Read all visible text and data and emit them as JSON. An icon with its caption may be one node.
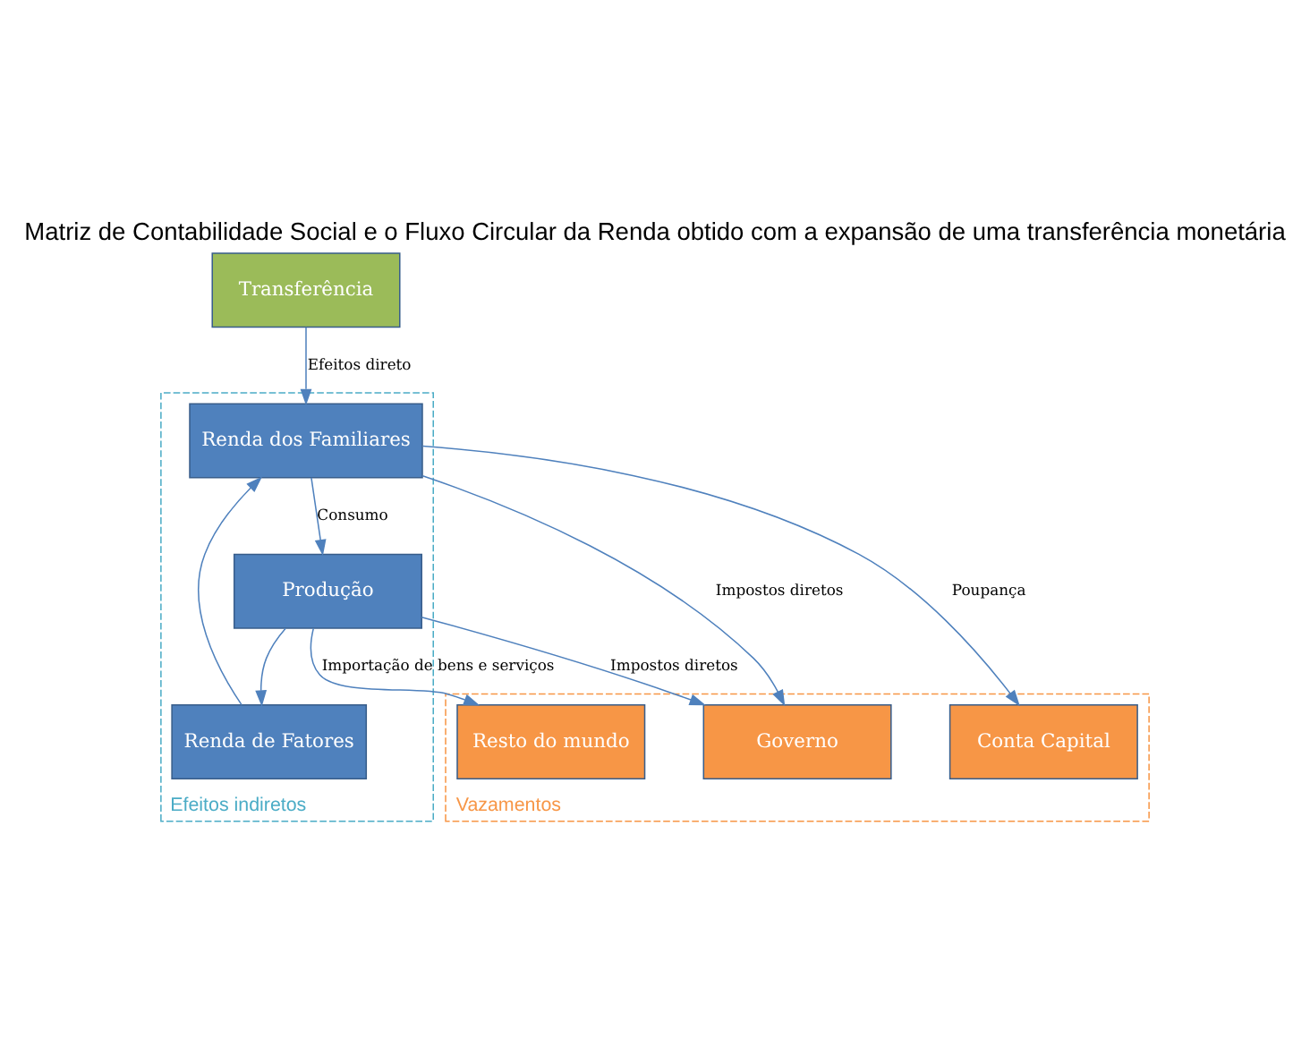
{
  "diagram": {
    "title": "Matriz de Contabilidade Social e o Fluxo Circular da Renda obtido com a expansão de uma transferência monetária",
    "nodes": [
      {
        "text": [
          "Vazamentos"
        ]
      },
      {
        "text": [
          "Transferência"
        ]
      },
      {
        "text": [
          "Conta Capital"
        ],
        "in": 0
      },
      {
        "text": [
          "Efeitos indiretos"
        ]
      },
      {
        "text": [
          "Renda dos Familiares"
        ],
        "in": 3
      },
      {
        "text": [
          "Governo"
        ],
        "in": 0
      },
      {
        "text": [
          "Produção"
        ],
        "in": 3
      },
      {
        "text": [
          "Renda de Fatores"
        ],
        "in": 3
      },
      {
        "text": [
          "Resto do mundo"
        ],
        "in": 0
      }
    ],
    "edges": [
      {
        "from": 1,
        "to": 4,
        "arrow": "to",
        "label": "Efeitos direto"
      },
      {
        "from": 4,
        "to": 2,
        "arrow": "to",
        "label": "Poupança"
      },
      {
        "from": 4,
        "to": 5,
        "arrow": "to",
        "label": "Impostos diretos"
      },
      {
        "from": 4,
        "to": 6,
        "arrow": "to",
        "label": "Consumo"
      },
      {
        "from": 6,
        "to": 7,
        "arrow": "to"
      },
      {
        "from": 7,
        "to": 4,
        "arrow": "to"
      },
      {
        "from": 6,
        "to": 5,
        "arrow": "to",
        "label": "Impostos diretos"
      },
      {
        "from": 6,
        "to": 8,
        "arrow": "to",
        "label": "Importação de bens e serviços"
      }
    ]
  }
}
